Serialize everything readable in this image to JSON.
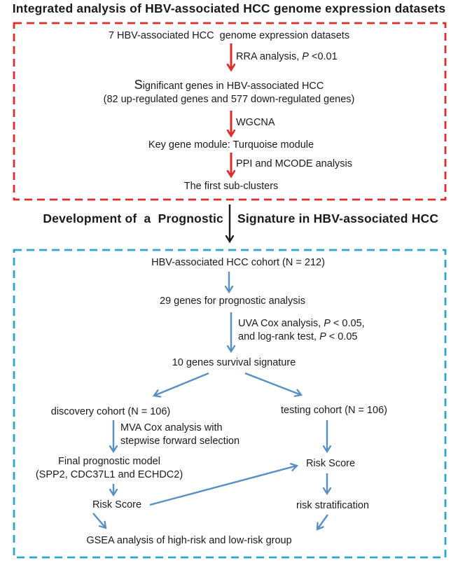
{
  "header": {
    "title": "Integrated analysis of HBV-associated HCC genome expression datasets"
  },
  "colors": {
    "red_accent": "#e02b2b",
    "blue_arrow": "#568fc5",
    "cyan_border": "#2ba7cb",
    "black_text": "#1a1a1a"
  },
  "red_section": {
    "datasets": "7 HBV-associated HCC  genome expression datasets",
    "rra": {
      "pre": "RRA analysis, ",
      "em": "P",
      "post": " <0.01"
    },
    "sig": {
      "cap": "S",
      "rest": "ignificant genes in HBV-associated HCC",
      "line2": "(82 up-regulated genes and 577 down-regulated genes)"
    },
    "wgcna": "WGCNA",
    "key_module": "Key gene module: Turquoise module",
    "ppi": "PPI and MCODE analysis",
    "subclusters": "The first sub-clusters"
  },
  "divider": {
    "left": "Development of  a  Prognostic",
    "right": "Signature in HBV-associated HCC"
  },
  "blue_section": {
    "cohort": "HBV-associated HCC cohort (N = 212)",
    "genes29": "29 genes for prognostic analysis",
    "uva1": {
      "pre": "UVA Cox analysis, ",
      "em": "P",
      "post": " < 0.05,"
    },
    "uva2": {
      "pre": "and log-rank test, ",
      "em": "P",
      "post": " < 0.05"
    },
    "signature10": "10 genes survival signature",
    "discovery": "discovery cohort (N = 106)",
    "testing": "testing cohort (N = 106)",
    "mva1": "MVA Cox analysis with",
    "mva2": "stepwise forward selection",
    "final1": "Final prognostic model",
    "final2": "(SPP2, CDC37L1 and ECHDC2)",
    "risk_left": "Risk Score",
    "risk_right": "Risk Score",
    "stratification": "risk stratification",
    "gsea": "GSEA analysis of high-risk and low-risk group"
  }
}
